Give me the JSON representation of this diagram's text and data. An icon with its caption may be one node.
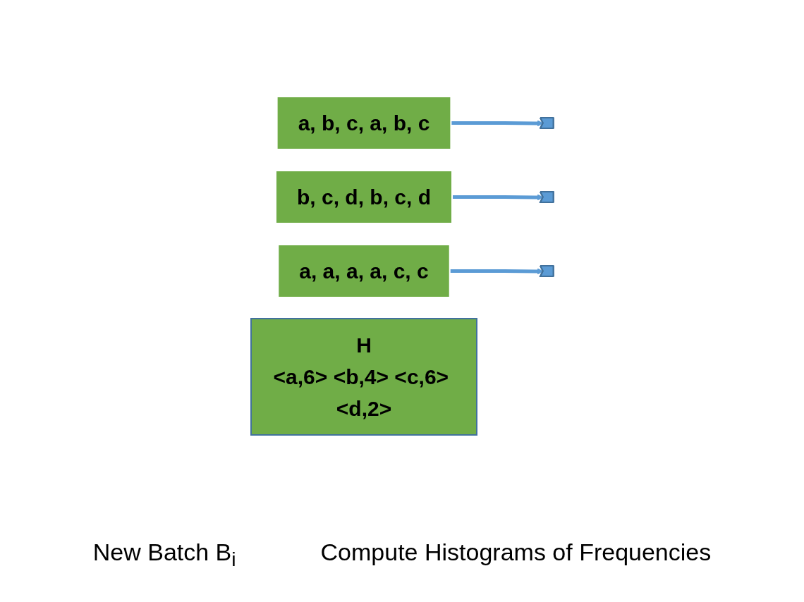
{
  "diagram": {
    "nodes": [
      {
        "text": [
          "a, b, c, a, b, c"
        ]
      },
      {
        "text": [
          "b, c, d, b, c, d"
        ]
      },
      {
        "text": [
          "a, a, a, a, c, c"
        ]
      },
      {
        "text": [
          "H",
          "<a,6> <b,4> <c,6> <d,2>"
        ]
      },
      {
        "text": [],
        "shape": "arrow"
      },
      {
        "text": [],
        "shape": "arrow"
      },
      {
        "text": [],
        "shape": "arrow"
      }
    ],
    "edges": [
      {
        "from": 0,
        "to": 4,
        "arrow": "to"
      },
      {
        "from": 1,
        "to": 5,
        "arrow": "to"
      },
      {
        "from": 2,
        "to": 6,
        "arrow": "to"
      }
    ],
    "labels": [
      "New Batch B$_{i}$",
      "Compute Histograms of Frequencies"
    ]
  }
}
